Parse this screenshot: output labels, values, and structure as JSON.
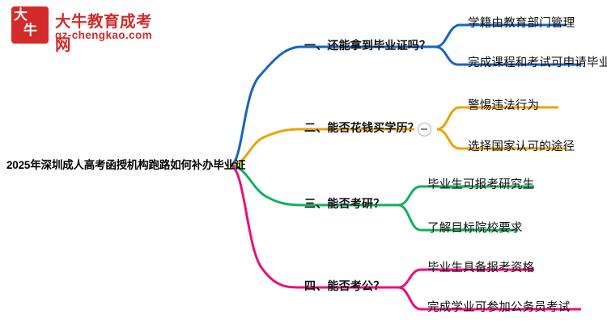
{
  "logo": {
    "badge_char_top": "大",
    "badge_char_bottom": "牛",
    "title": "大牛教育成考网",
    "subtitle": "gz-chengkao.com"
  },
  "mindmap": {
    "root": "2025年深圳成人高考函授机构跑路如何补办毕业证",
    "branches": [
      {
        "label": "一、还能拿到毕业证吗？",
        "color": "#1665c1",
        "has_toggle": false,
        "children": [
          "学籍由教育部门管理",
          "完成课程和考试可申请毕业证"
        ]
      },
      {
        "label": "二、能否花钱买学历？",
        "color": "#e8a30c",
        "has_toggle": true,
        "toggle_icon": "minus-icon",
        "children": [
          "警惕违法行为",
          "选择国家认可的途径"
        ]
      },
      {
        "label": "三、能否考研？",
        "color": "#12b05f",
        "has_toggle": false,
        "children": [
          "毕业生可报考研究生",
          "了解目标院校要求"
        ]
      },
      {
        "label": "四、能否考公？",
        "color": "#ec0f7c",
        "has_toggle": false,
        "children": [
          "毕业生具备报考资格",
          "完成学业可参加公务员考试"
        ]
      }
    ]
  }
}
